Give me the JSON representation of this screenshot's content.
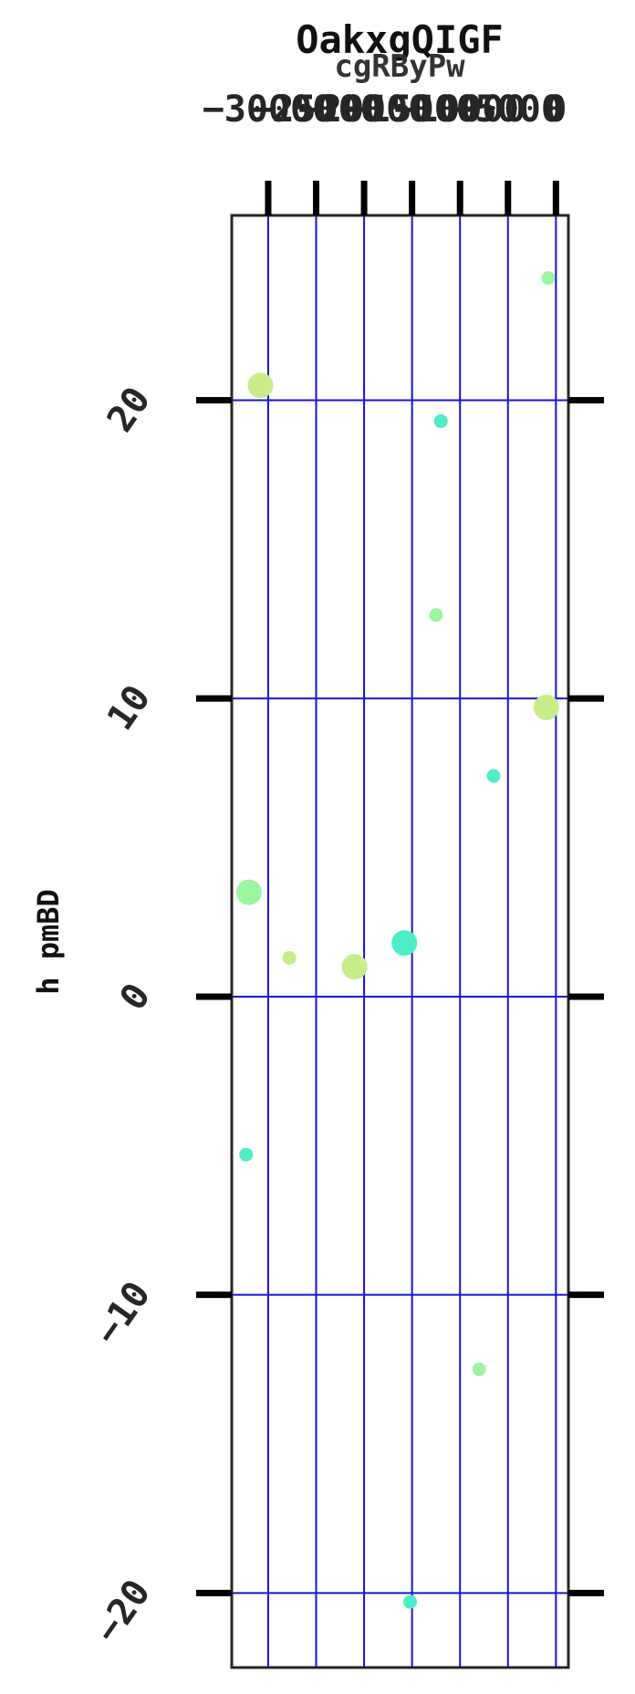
{
  "chart_data": {
    "type": "scatter",
    "title": "OakxgQIGF",
    "xlabel": "cgRByPw",
    "ylabel": "h pmBD",
    "xlim": [
      -33800,
      1300
    ],
    "ylim": [
      -22.5,
      26.2
    ],
    "xticks": [
      -30000,
      -25000,
      -20000,
      -15000,
      -10000,
      -5000,
      0
    ],
    "xtick_labels": [
      "−30000",
      "−25000",
      "−20000",
      "−15000",
      "−10000",
      "−5000",
      "0"
    ],
    "yticks": [
      -20,
      -10,
      0,
      10,
      20
    ],
    "ytick_labels": [
      "−20",
      "−10",
      "0",
      "10",
      "20"
    ],
    "x_axis_position": "top",
    "grid": true,
    "grid_color": "#1515d6",
    "points": [
      {
        "x": -800,
        "y": 24.1,
        "size": "small",
        "color": "#9ef5a0"
      },
      {
        "x": -30800,
        "y": 20.5,
        "size": "large",
        "color": "#c8ec8a"
      },
      {
        "x": -12000,
        "y": 19.3,
        "size": "small",
        "color": "#4eedc8"
      },
      {
        "x": -12500,
        "y": 12.8,
        "size": "small",
        "color": "#9ef5a0"
      },
      {
        "x": -1000,
        "y": 9.7,
        "size": "large",
        "color": "#c8ec8a"
      },
      {
        "x": -6500,
        "y": 7.4,
        "size": "small",
        "color": "#4eedc8"
      },
      {
        "x": -32000,
        "y": 3.5,
        "size": "large",
        "color": "#9ef5a0"
      },
      {
        "x": -15800,
        "y": 1.8,
        "size": "large",
        "color": "#4eedc8"
      },
      {
        "x": -27800,
        "y": 1.3,
        "size": "small",
        "color": "#c8ec8a"
      },
      {
        "x": -21000,
        "y": 1.0,
        "size": "large",
        "color": "#c8ec8a"
      },
      {
        "x": -32300,
        "y": -5.3,
        "size": "small",
        "color": "#4eedc8"
      },
      {
        "x": -8000,
        "y": -12.5,
        "size": "small",
        "color": "#9ef5a0"
      },
      {
        "x": -15200,
        "y": -20.3,
        "size": "small",
        "color": "#4eedc8"
      }
    ]
  }
}
